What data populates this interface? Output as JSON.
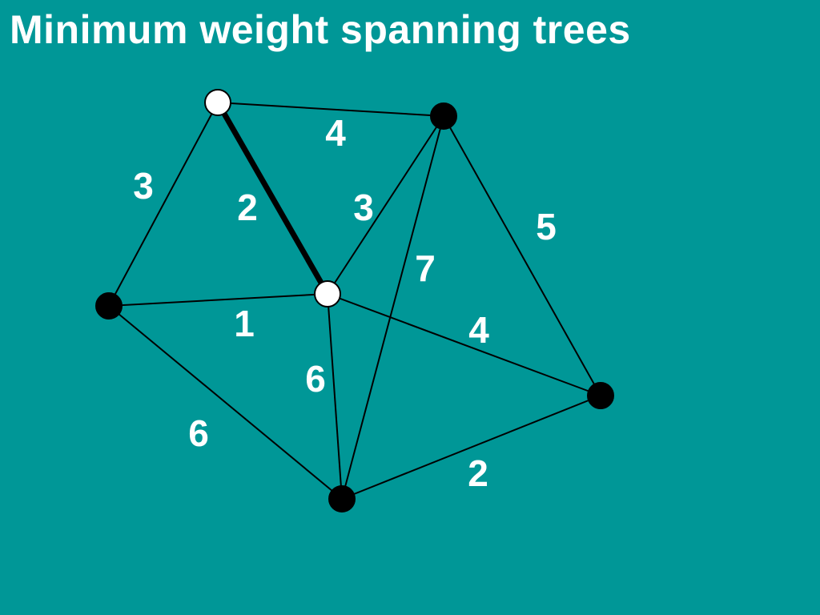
{
  "title": "Minimum weight spanning trees",
  "colors": {
    "background": "#009797",
    "text": "#ffffff",
    "line": "#000000",
    "tree_node": "#ffffff",
    "other_node": "#000000"
  },
  "graph": {
    "nodes": [
      {
        "id": "top-left",
        "in_tree": true
      },
      {
        "id": "top-right",
        "in_tree": false
      },
      {
        "id": "left",
        "in_tree": false
      },
      {
        "id": "center",
        "in_tree": true
      },
      {
        "id": "right",
        "in_tree": false
      },
      {
        "id": "bottom",
        "in_tree": false
      }
    ],
    "edges": [
      {
        "from": "top-left",
        "to": "top-right",
        "weight": "4",
        "in_tree": false
      },
      {
        "from": "top-left",
        "to": "left",
        "weight": "3",
        "in_tree": false
      },
      {
        "from": "top-left",
        "to": "center",
        "weight": "2",
        "in_tree": true
      },
      {
        "from": "top-right",
        "to": "center",
        "weight": "3",
        "in_tree": false
      },
      {
        "from": "top-right",
        "to": "bottom",
        "weight": "7",
        "in_tree": false
      },
      {
        "from": "top-right",
        "to": "right",
        "weight": "5",
        "in_tree": false
      },
      {
        "from": "left",
        "to": "center",
        "weight": "1",
        "in_tree": false
      },
      {
        "from": "center",
        "to": "right",
        "weight": "4",
        "in_tree": false
      },
      {
        "from": "center",
        "to": "bottom",
        "weight": "6",
        "in_tree": false
      },
      {
        "from": "left",
        "to": "bottom",
        "weight": "6",
        "in_tree": false
      },
      {
        "from": "bottom",
        "to": "right",
        "weight": "2",
        "in_tree": false
      }
    ]
  }
}
